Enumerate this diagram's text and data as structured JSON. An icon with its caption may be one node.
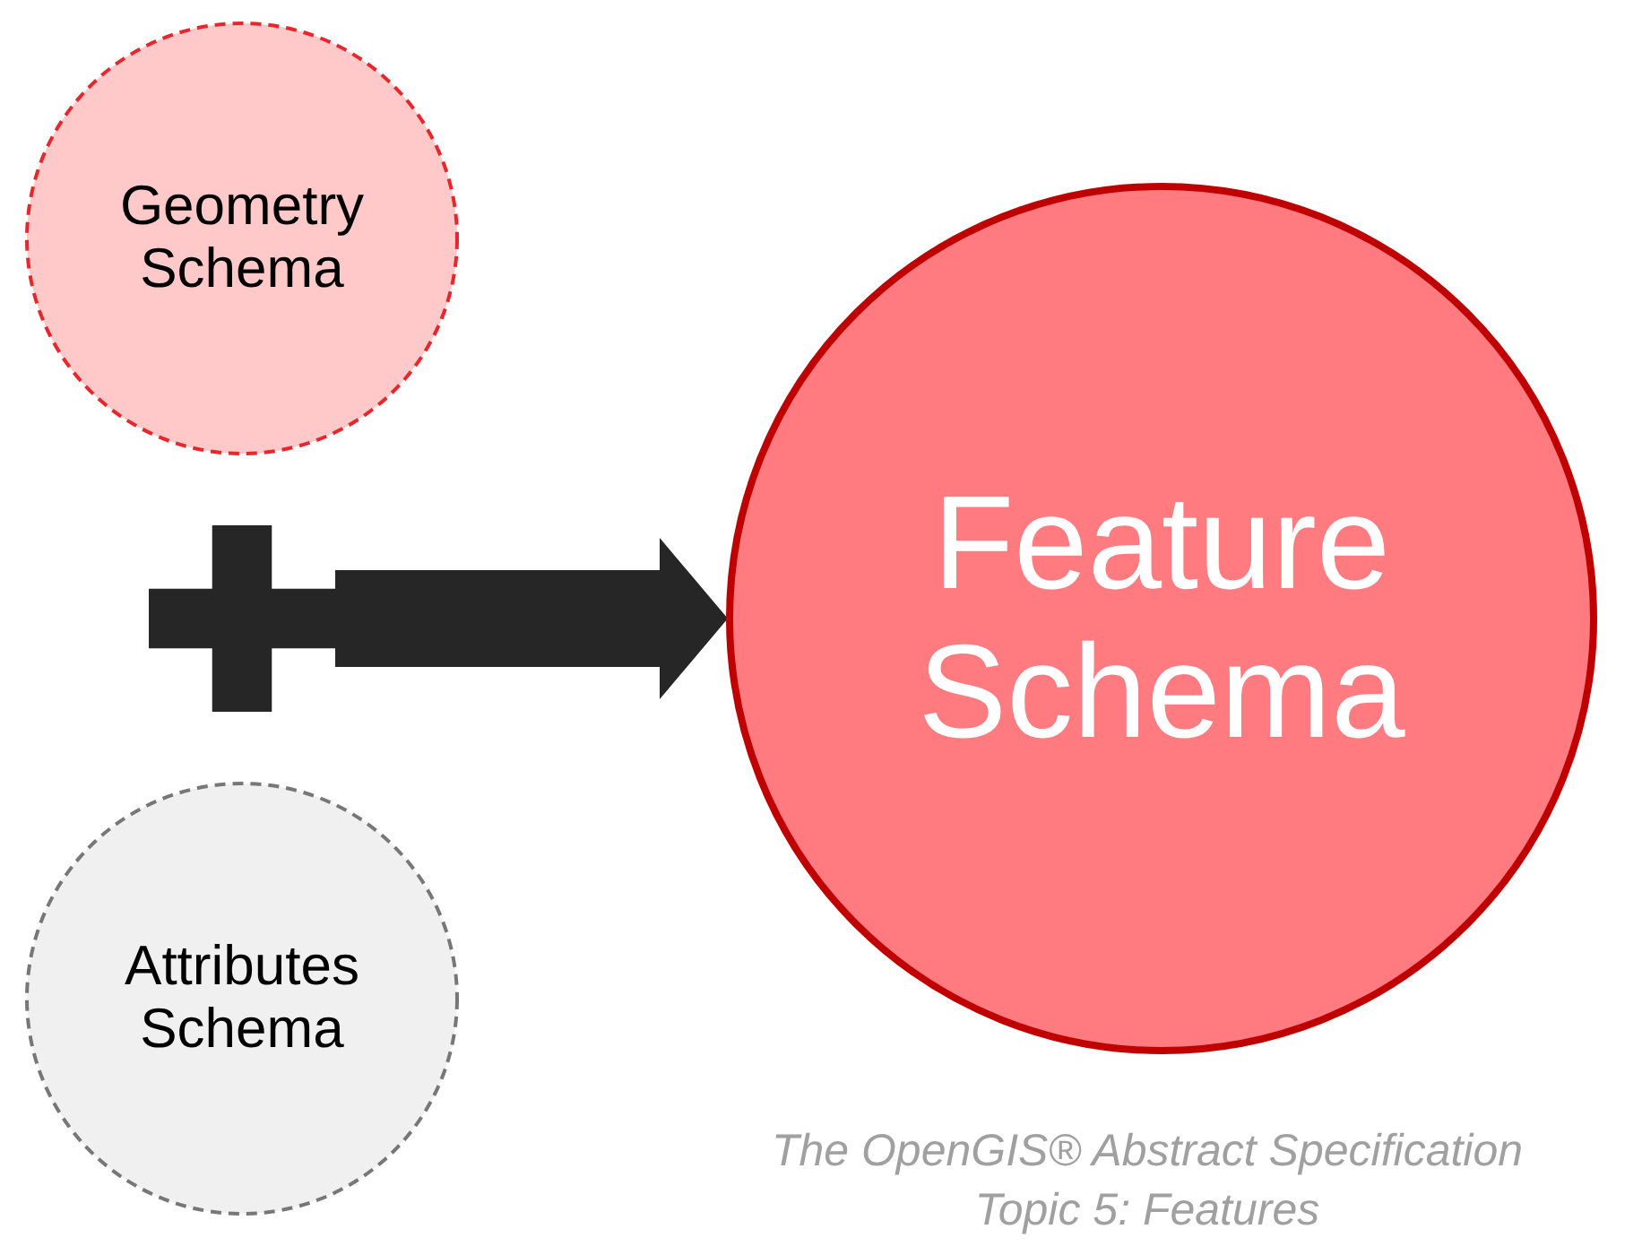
{
  "diagram": {
    "caption": "The OpenGIS® Abstract Specification Topic 5: Features",
    "nodes": [
      {
        "text": [
          "Geometry Schema"
        ]
      },
      {
        "text": [],
        "shape": "cross"
      },
      {
        "text": [
          "Attributes Schema"
        ]
      },
      {
        "text": [
          "Feature Schema"
        ]
      }
    ],
    "edges": [
      {
        "from": 1,
        "to": 3,
        "arrow": "to",
        "style": "thick"
      }
    ]
  }
}
